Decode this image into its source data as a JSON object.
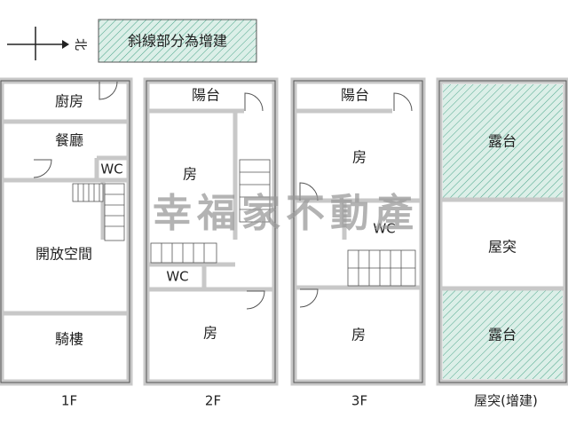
{
  "legend": {
    "north_label": "北",
    "hatch_note": "斜線部分為增建"
  },
  "watermark": "幸福家不動產",
  "floors": [
    {
      "label": "1F",
      "rooms": {
        "kitchen": "廚房",
        "dining": "餐廳",
        "wc": "WC",
        "open": "開放空間",
        "arcade": "騎樓"
      }
    },
    {
      "label": "2F",
      "rooms": {
        "balcony": "陽台",
        "room_a": "房",
        "wc": "WC",
        "room_b": "房"
      }
    },
    {
      "label": "3F",
      "rooms": {
        "balcony": "陽台",
        "room_a": "房",
        "wc": "WC",
        "room_b": "房"
      }
    },
    {
      "label": "屋突(增建)",
      "rooms": {
        "terrace_top": "露台",
        "rooftop": "屋突",
        "terrace_bottom": "露台"
      }
    }
  ],
  "colors": {
    "wall": "#c8c8c8",
    "wall_edge": "#555555",
    "hatch_fill": "#dcefe8",
    "hatch_line": "#4aa58a",
    "watermark": "#9a9a9a"
  }
}
